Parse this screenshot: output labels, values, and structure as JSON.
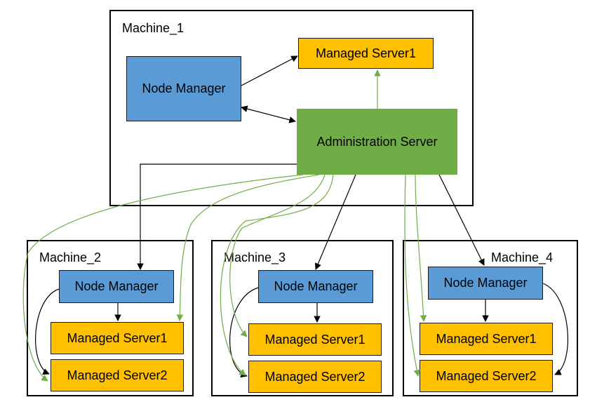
{
  "machines": {
    "m1": {
      "label": "Machine_1",
      "node_manager": "Node Manager",
      "managed_server1": "Managed Server1",
      "admin_server": "Administration Server"
    },
    "m2": {
      "label": "Machine_2",
      "node_manager": "Node Manager",
      "managed_server1": "Managed Server1",
      "managed_server2": "Managed Server2"
    },
    "m3": {
      "label": "Machine_3",
      "node_manager": "Node Manager",
      "managed_server1": "Managed Server1",
      "managed_server2": "Managed Server2"
    },
    "m4": {
      "label": "Machine_4",
      "node_manager": "Node Manager",
      "managed_server1": "Managed Server1",
      "managed_server2": "Managed Server2"
    }
  },
  "colors": {
    "node_manager": "#5b9bd5",
    "managed_server": "#ffc000",
    "admin_server": "#70ad47",
    "admin_link": "#70ad47",
    "nm_link": "#000000"
  }
}
